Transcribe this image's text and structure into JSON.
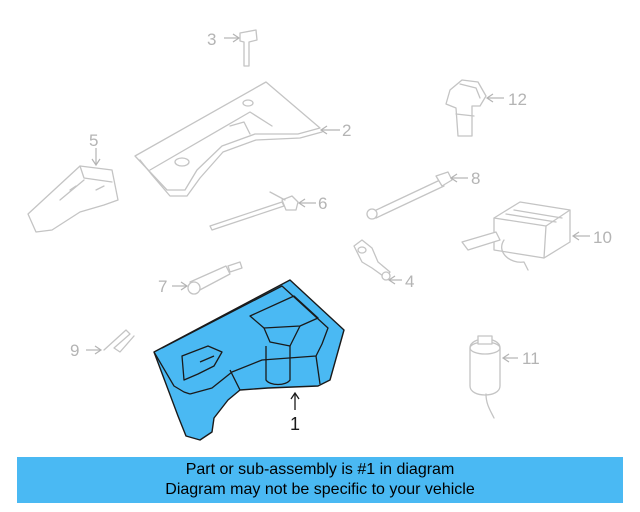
{
  "callouts": [
    "1",
    "2",
    "3",
    "4",
    "5",
    "6",
    "7",
    "8",
    "9",
    "10",
    "11",
    "12"
  ],
  "highlight": {
    "part_number": "1",
    "fill_color": "#4ab9f3",
    "outline_color": "#1a1a1a"
  },
  "diagram_colors": {
    "line_art": "#c4c4c4",
    "callout_text": "#b4b4b4"
  },
  "banner": {
    "line1": "Part or sub-assembly is #1 in diagram",
    "line2": "Diagram may not be specific to your vehicle",
    "background": "#4ab9f3"
  }
}
